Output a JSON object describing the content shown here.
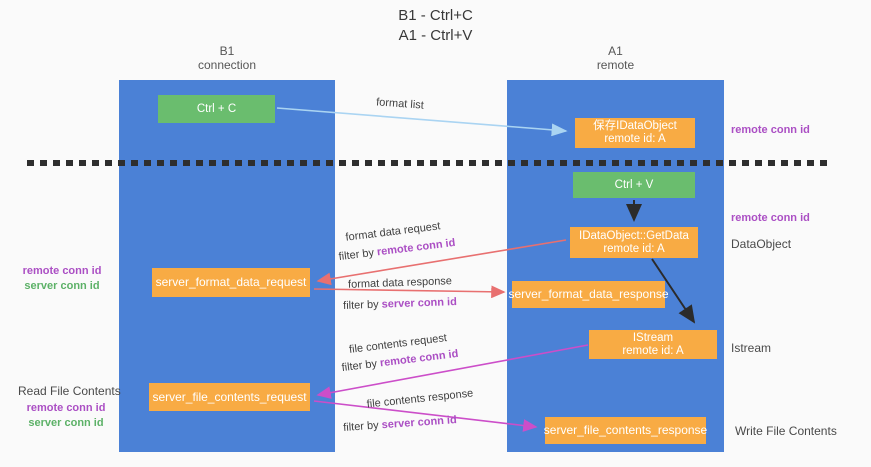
{
  "title": {
    "line1": "B1 - Ctrl+C",
    "line2": "A1 - Ctrl+V"
  },
  "lanes": {
    "left": {
      "name": "B1",
      "role": "connection"
    },
    "right": {
      "name": "A1",
      "role": "remote"
    }
  },
  "nodes": {
    "ctrl_c": {
      "label": "Ctrl + C"
    },
    "ctrl_v": {
      "label": "Ctrl + V"
    },
    "saved_idataobject": {
      "line1": "保存IDataObject",
      "line2": "remote id: A"
    },
    "idataobject_getdata": {
      "line1": "IDataObject::GetData",
      "line2": "remote id: A"
    },
    "istream": {
      "line1": "IStream",
      "line2": "remote id: A"
    },
    "server_format_data_request": {
      "label": "server_format_data_request"
    },
    "server_format_data_response": {
      "label": "server_format_data_response"
    },
    "server_file_contents_request": {
      "label": "server_file_contents_request"
    },
    "server_file_contents_response": {
      "label": "server_file_contents_response"
    }
  },
  "arrows": {
    "format_list": {
      "label": "format list"
    },
    "format_data_request": {
      "label": "format data request",
      "filter_prefix": "filter by",
      "filter_key": "remote conn id"
    },
    "format_data_response": {
      "label": "format data response",
      "filter_prefix": "filter by",
      "filter_key": "server conn id"
    },
    "file_contents_request": {
      "label": "file contents request",
      "filter_prefix": "filter by",
      "filter_key": "remote conn id"
    },
    "file_contents_response": {
      "label": "file contents response",
      "filter_prefix": "filter by",
      "filter_key": "server conn id"
    }
  },
  "annotations": {
    "remote_conn_id_top": "remote conn id",
    "remote_conn_id_mid": "remote conn id",
    "dataobject": "DataObject",
    "istream": "Istream",
    "read_file_contents": "Read File Contents",
    "write_file_contents": "Write File Contents",
    "left_mid": {
      "remote": "remote conn id",
      "server": "server conn id"
    },
    "left_bottom": {
      "remote": "remote conn id",
      "server": "server conn id"
    }
  },
  "colors": {
    "lane_blue": "#4b81d6",
    "box_green": "#6abd6e",
    "box_orange": "#f8ab44",
    "purple_text": "#ab4fc4",
    "green_text": "#5cb167",
    "red_arrow": "#e87070",
    "magenta_arrow": "#cc4ec9",
    "light_blue_arrow": "#aad4f2",
    "black_arrow": "#2b2b2b"
  }
}
